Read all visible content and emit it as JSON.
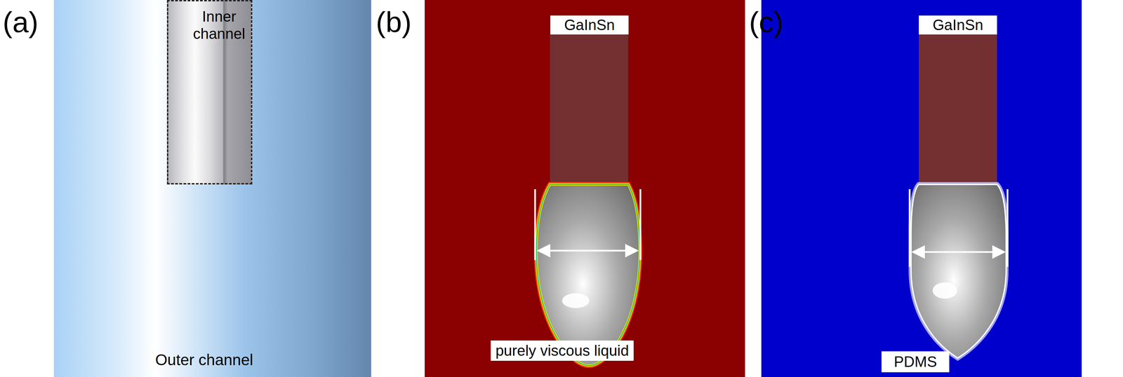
{
  "diagram": {
    "nodes": [
      {
        "text": [
          "Outer channel"
        ]
      },
      {
        "text": [
          "Inner channel"
        ],
        "in": 0
      },
      {
        "text": [
          "GaInSn"
        ]
      },
      {
        "text": [
          "purely viscous liquid"
        ]
      },
      {
        "text": [
          "GaInSn"
        ]
      },
      {
        "text": [
          "PDMS"
        ]
      }
    ],
    "labels": [
      "(a)",
      "(b)",
      "(c)"
    ]
  }
}
